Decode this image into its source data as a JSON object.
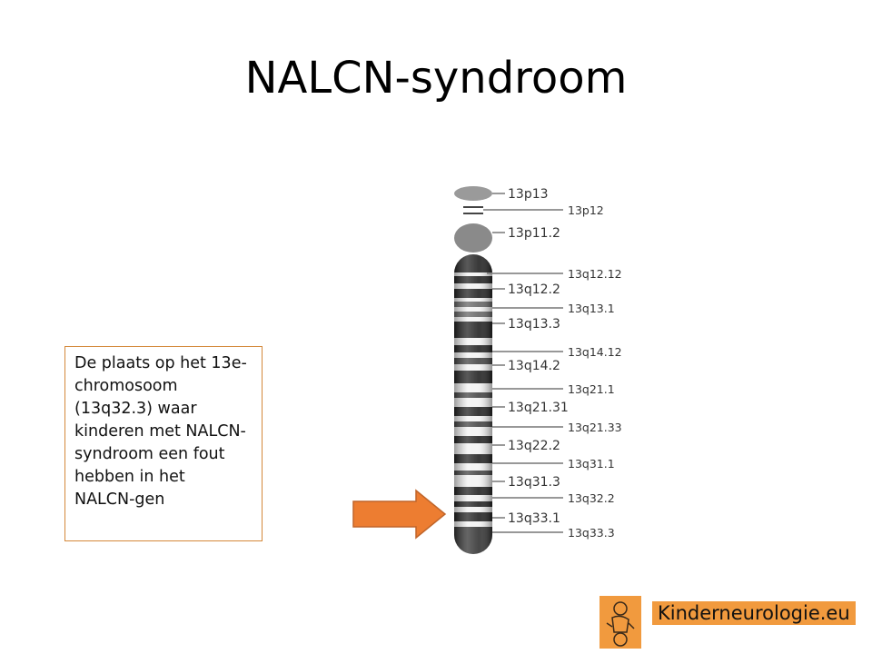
{
  "title": "NALCN-syndroom",
  "callout": {
    "text": "De plaats op het 13e-\nchromosoom\n(13q32.3) waar\nkinderen met NALCN-\nsyndroom een fout\nhebben in het\nNALCN-gen"
  },
  "chromosome": {
    "bands_left": [
      "13p13",
      "13p11.2",
      "13q12.2",
      "13q13.3",
      "13q14.2",
      "13q21.31",
      "13q22.2",
      "13q31.3",
      "13q33.1"
    ],
    "bands_right": [
      "13p12",
      "13q12.12",
      "13q13.1",
      "13q14.12",
      "13q21.1",
      "13q21.33",
      "13q31.1",
      "13q32.2",
      "13q33.3"
    ]
  },
  "arrow_color": "#ed7d31",
  "logo": {
    "text": "Kinderneurologie.eu",
    "color": "#f19a3e"
  }
}
